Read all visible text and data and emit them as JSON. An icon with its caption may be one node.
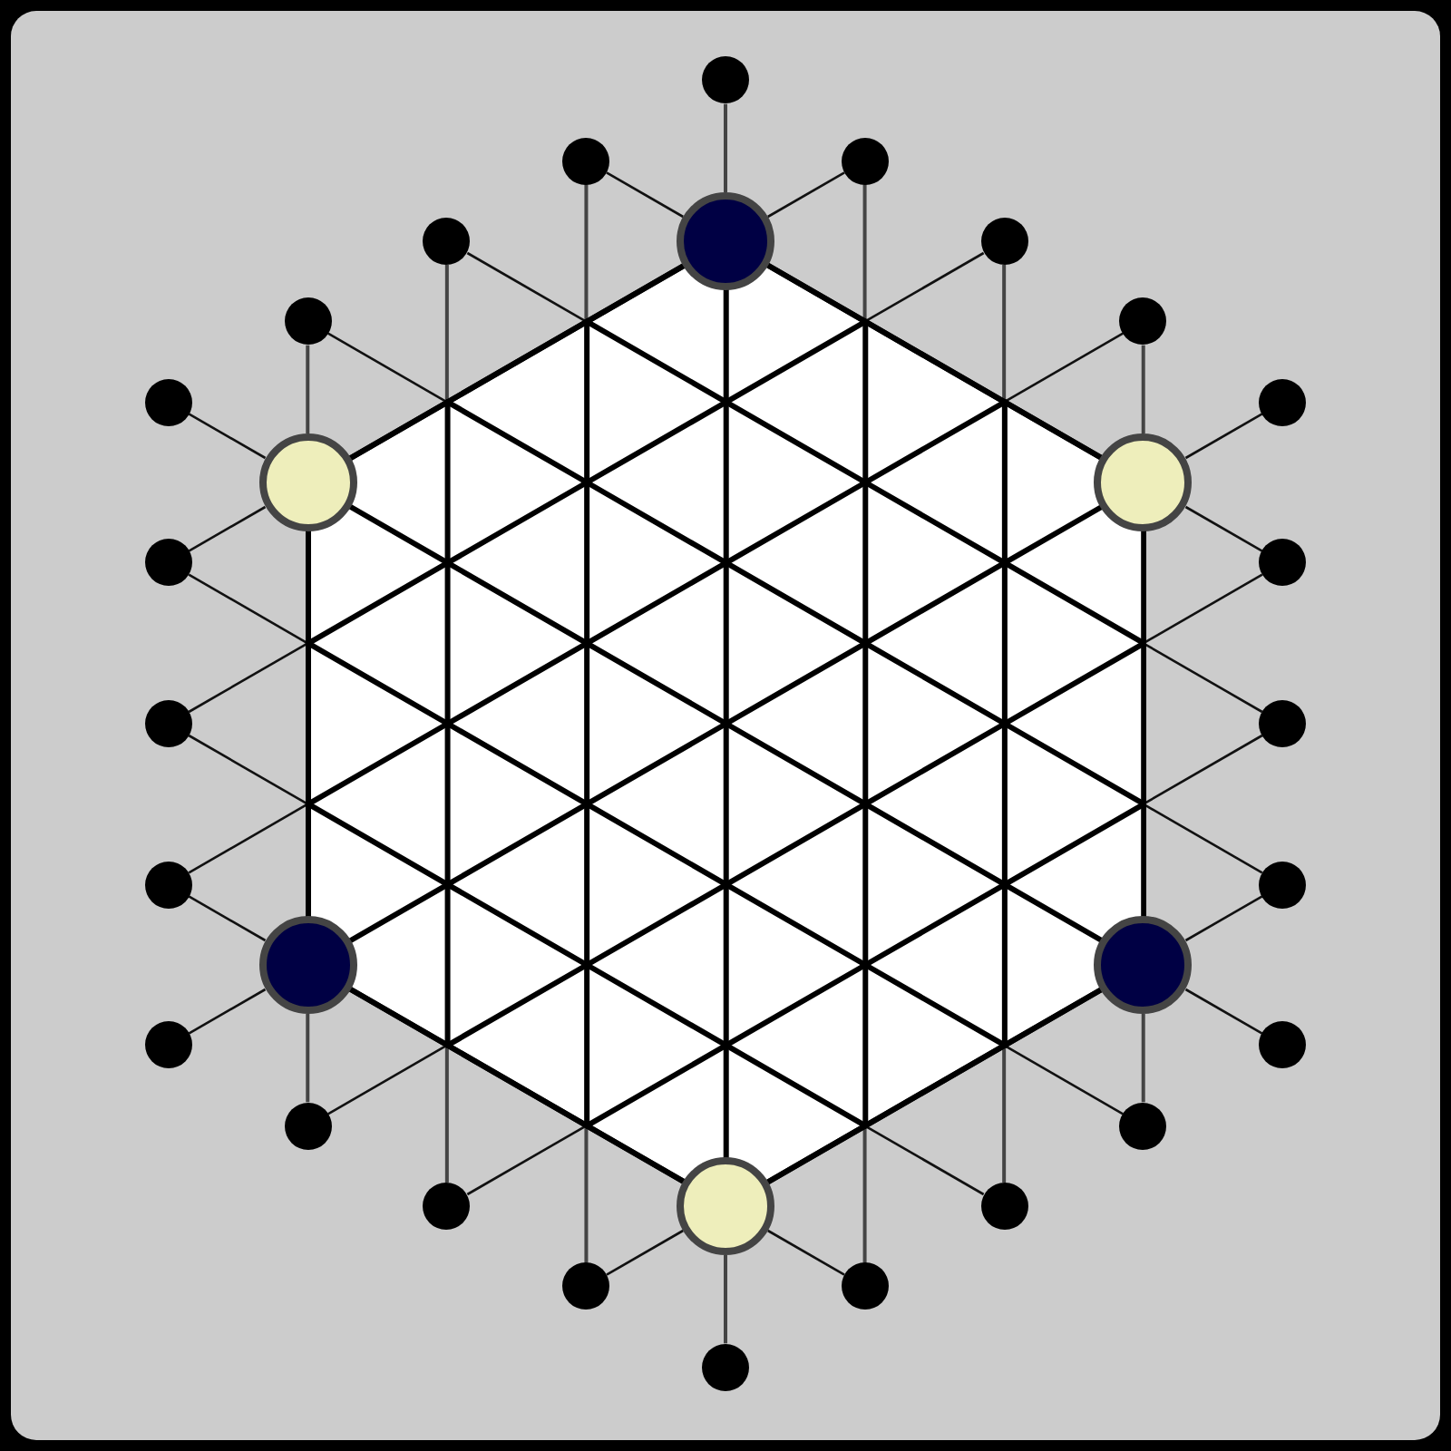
{
  "diagram": {
    "nodes": [
      {
        "text": [],
        "shape": "circle"
      },
      {
        "text": [],
        "shape": "circle"
      },
      {
        "text": [],
        "shape": "circle"
      },
      {
        "text": [],
        "shape": "circle"
      },
      {
        "text": [],
        "shape": "circle"
      },
      {
        "text": [],
        "shape": "circle"
      },
      {
        "text": [],
        "shape": "hexagon"
      },
      {
        "text": [],
        "shape": "circle"
      },
      {
        "text": [],
        "shape": "circle"
      },
      {
        "text": [],
        "shape": "circle"
      },
      {
        "text": [],
        "shape": "circle"
      },
      {
        "text": [],
        "shape": "circle"
      },
      {
        "text": [],
        "shape": "circle"
      },
      {
        "text": [],
        "shape": "circle"
      },
      {
        "text": [],
        "shape": "circle"
      },
      {
        "text": [],
        "shape": "circle"
      },
      {
        "text": [],
        "shape": "circle"
      },
      {
        "text": [],
        "shape": "circle"
      },
      {
        "text": [],
        "shape": "circle"
      },
      {
        "text": [],
        "shape": "circle"
      },
      {
        "text": [],
        "shape": "circle"
      },
      {
        "text": [],
        "shape": "circle"
      },
      {
        "text": [],
        "shape": "circle"
      },
      {
        "text": [],
        "shape": "circle"
      },
      {
        "text": [],
        "shape": "circle"
      },
      {
        "text": [],
        "shape": "circle"
      },
      {
        "text": [],
        "shape": "circle"
      },
      {
        "text": [],
        "shape": "circle"
      },
      {
        "text": [],
        "shape": "circle"
      },
      {
        "text": [],
        "shape": "circle"
      },
      {
        "text": [],
        "shape": "circle"
      }
    ],
    "edges": [
      {
        "from": 0,
        "to": 4,
        "arrow": "none"
      },
      {
        "from": 1,
        "to": 4,
        "arrow": "none"
      },
      {
        "from": 1,
        "to": 6,
        "arrow": "none"
      },
      {
        "from": 2,
        "to": 4,
        "arrow": "none"
      },
      {
        "from": 2,
        "to": 6,
        "arrow": "none"
      },
      {
        "from": 3,
        "to": 6,
        "arrow": "none"
      },
      {
        "from": 3,
        "to": 6,
        "arrow": "none"
      },
      {
        "from": 5,
        "to": 6,
        "arrow": "none"
      },
      {
        "from": 5,
        "to": 6,
        "arrow": "none"
      },
      {
        "from": 7,
        "to": 6,
        "arrow": "none"
      },
      {
        "from": 7,
        "to": 11,
        "arrow": "none"
      },
      {
        "from": 8,
        "to": 6,
        "arrow": "none"
      },
      {
        "from": 8,
        "to": 12,
        "arrow": "none"
      },
      {
        "from": 9,
        "to": 11,
        "arrow": "none"
      },
      {
        "from": 10,
        "to": 12,
        "arrow": "none"
      },
      {
        "from": 13,
        "to": 11,
        "arrow": "none"
      },
      {
        "from": 13,
        "to": 6,
        "arrow": "none"
      },
      {
        "from": 14,
        "to": 12,
        "arrow": "none"
      },
      {
        "from": 14,
        "to": 6,
        "arrow": "none"
      },
      {
        "from": 15,
        "to": 6,
        "arrow": "none"
      },
      {
        "from": 15,
        "to": 6,
        "arrow": "none"
      },
      {
        "from": 16,
        "to": 6,
        "arrow": "none"
      },
      {
        "from": 16,
        "to": 6,
        "arrow": "none"
      },
      {
        "from": 17,
        "to": 6,
        "arrow": "none"
      },
      {
        "from": 17,
        "to": 19,
        "arrow": "none"
      },
      {
        "from": 18,
        "to": 6,
        "arrow": "none"
      },
      {
        "from": 18,
        "to": 20,
        "arrow": "none"
      },
      {
        "from": 21,
        "to": 19,
        "arrow": "none"
      },
      {
        "from": 22,
        "to": 20,
        "arrow": "none"
      },
      {
        "from": 23,
        "to": 19,
        "arrow": "none"
      },
      {
        "from": 23,
        "to": 6,
        "arrow": "none"
      },
      {
        "from": 24,
        "to": 20,
        "arrow": "none"
      },
      {
        "from": 24,
        "to": 6,
        "arrow": "none"
      },
      {
        "from": 25,
        "to": 6,
        "arrow": "none"
      },
      {
        "from": 25,
        "to": 6,
        "arrow": "none"
      },
      {
        "from": 27,
        "to": 6,
        "arrow": "none"
      },
      {
        "from": 27,
        "to": 6,
        "arrow": "none"
      },
      {
        "from": 28,
        "to": 6,
        "arrow": "none"
      },
      {
        "from": 28,
        "to": 26,
        "arrow": "none"
      },
      {
        "from": 29,
        "to": 6,
        "arrow": "none"
      },
      {
        "from": 29,
        "to": 26,
        "arrow": "none"
      },
      {
        "from": 30,
        "to": 26,
        "arrow": "none"
      }
    ]
  }
}
